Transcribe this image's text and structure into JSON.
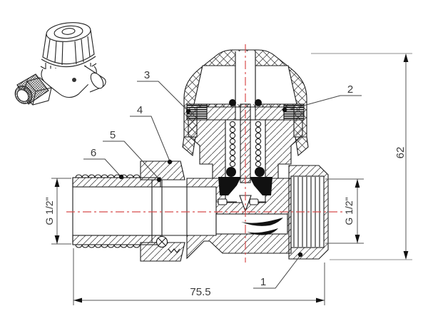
{
  "callouts": [
    "1",
    "2",
    "3",
    "4",
    "5",
    "6"
  ],
  "dimensions": {
    "overall_height": "62",
    "overall_length": "75.5",
    "thread_left": "G 1/2\"",
    "thread_right": "G 1/2\""
  },
  "colors": {
    "centerline": "#d84c4c",
    "drawing_line": "#1b1b1b",
    "extension_line": "#8f8f8f",
    "dimension_line": "#555555",
    "text": "#3a3a3a"
  }
}
